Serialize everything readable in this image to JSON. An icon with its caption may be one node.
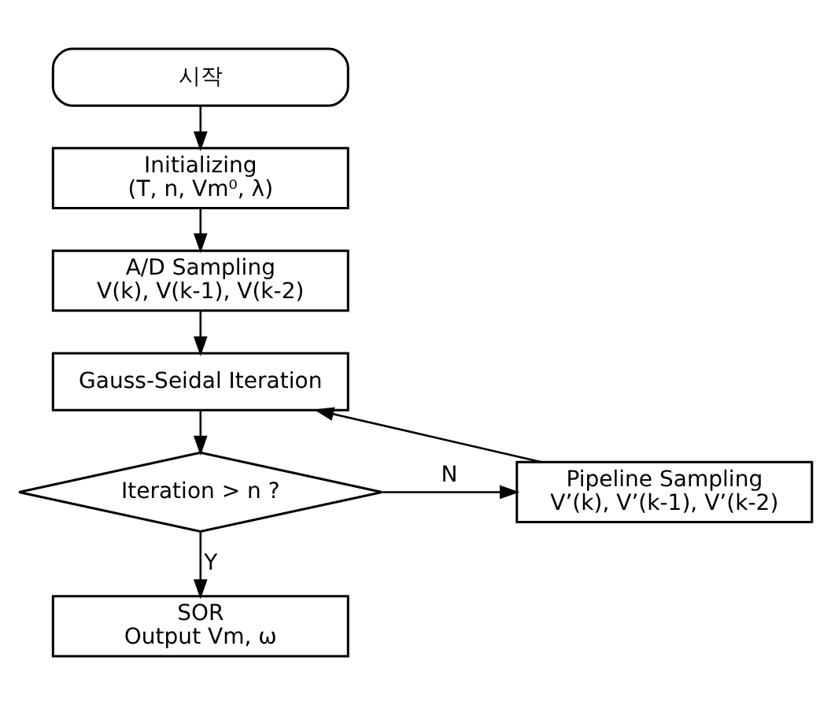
{
  "diagram": {
    "nodes": [
      {
        "text": [
          "시작"
        ]
      },
      {
        "text": [
          "Initializing",
          "(T, n, Vm⁰, λ)"
        ]
      },
      {
        "text": [
          "A/D Sampling",
          "V(k), V(k-1), V(k-2)"
        ]
      },
      {
        "text": [
          "Gauss-Seidal Iteration"
        ]
      },
      {
        "text": [
          "Iteration > n ?"
        ]
      },
      {
        "text": [
          "SOR",
          "Output Vm, ω"
        ]
      },
      {
        "text": [
          "Pipeline Sampling",
          "V’(k), V’(k-1), V’(k-2)"
        ]
      }
    ],
    "edges": [
      {
        "from": 0,
        "to": 1,
        "arrow": "to"
      },
      {
        "from": 1,
        "to": 2,
        "arrow": "to"
      },
      {
        "from": 2,
        "to": 3,
        "arrow": "to"
      },
      {
        "from": 3,
        "to": 4,
        "arrow": "to"
      },
      {
        "from": 4,
        "to": 5,
        "arrow": "to",
        "label": "Y"
      },
      {
        "from": 4,
        "to": 6,
        "arrow": "to",
        "label": "N"
      },
      {
        "from": 6,
        "to": 3,
        "arrow": "to"
      }
    ]
  }
}
